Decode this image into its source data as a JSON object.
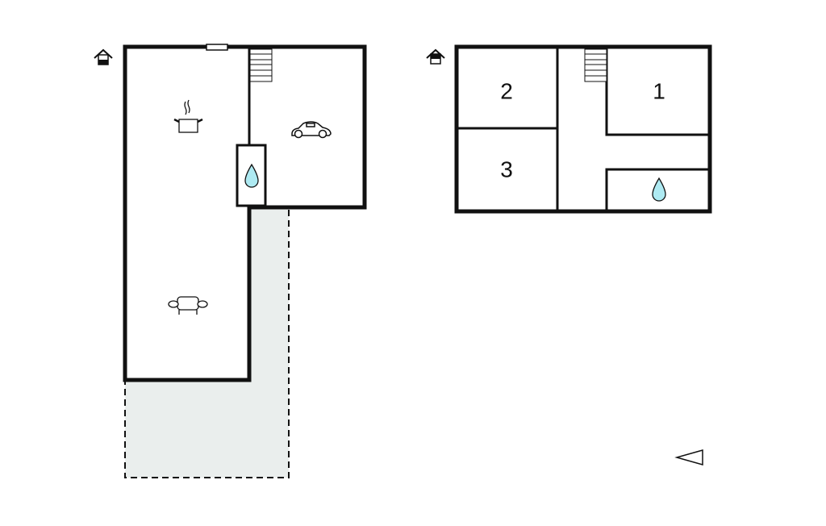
{
  "ground_floor": {
    "rooms": [
      "kitchen",
      "garage",
      "living-room"
    ],
    "icons": [
      "house-ground-floor-icon",
      "stairs-icon",
      "window-icon",
      "cooking-pot-icon",
      "car-icon",
      "water-drop-icon",
      "sofa-icon"
    ]
  },
  "upper_floor": {
    "room_labels": {
      "room1": "1",
      "room2": "2",
      "room3": "3"
    },
    "icons": [
      "house-upper-floor-icon",
      "stairs-icon",
      "water-drop-icon"
    ]
  },
  "colors": {
    "wall": "#111111",
    "terrace": "#eaeeed",
    "water": "#aeeaf2"
  }
}
